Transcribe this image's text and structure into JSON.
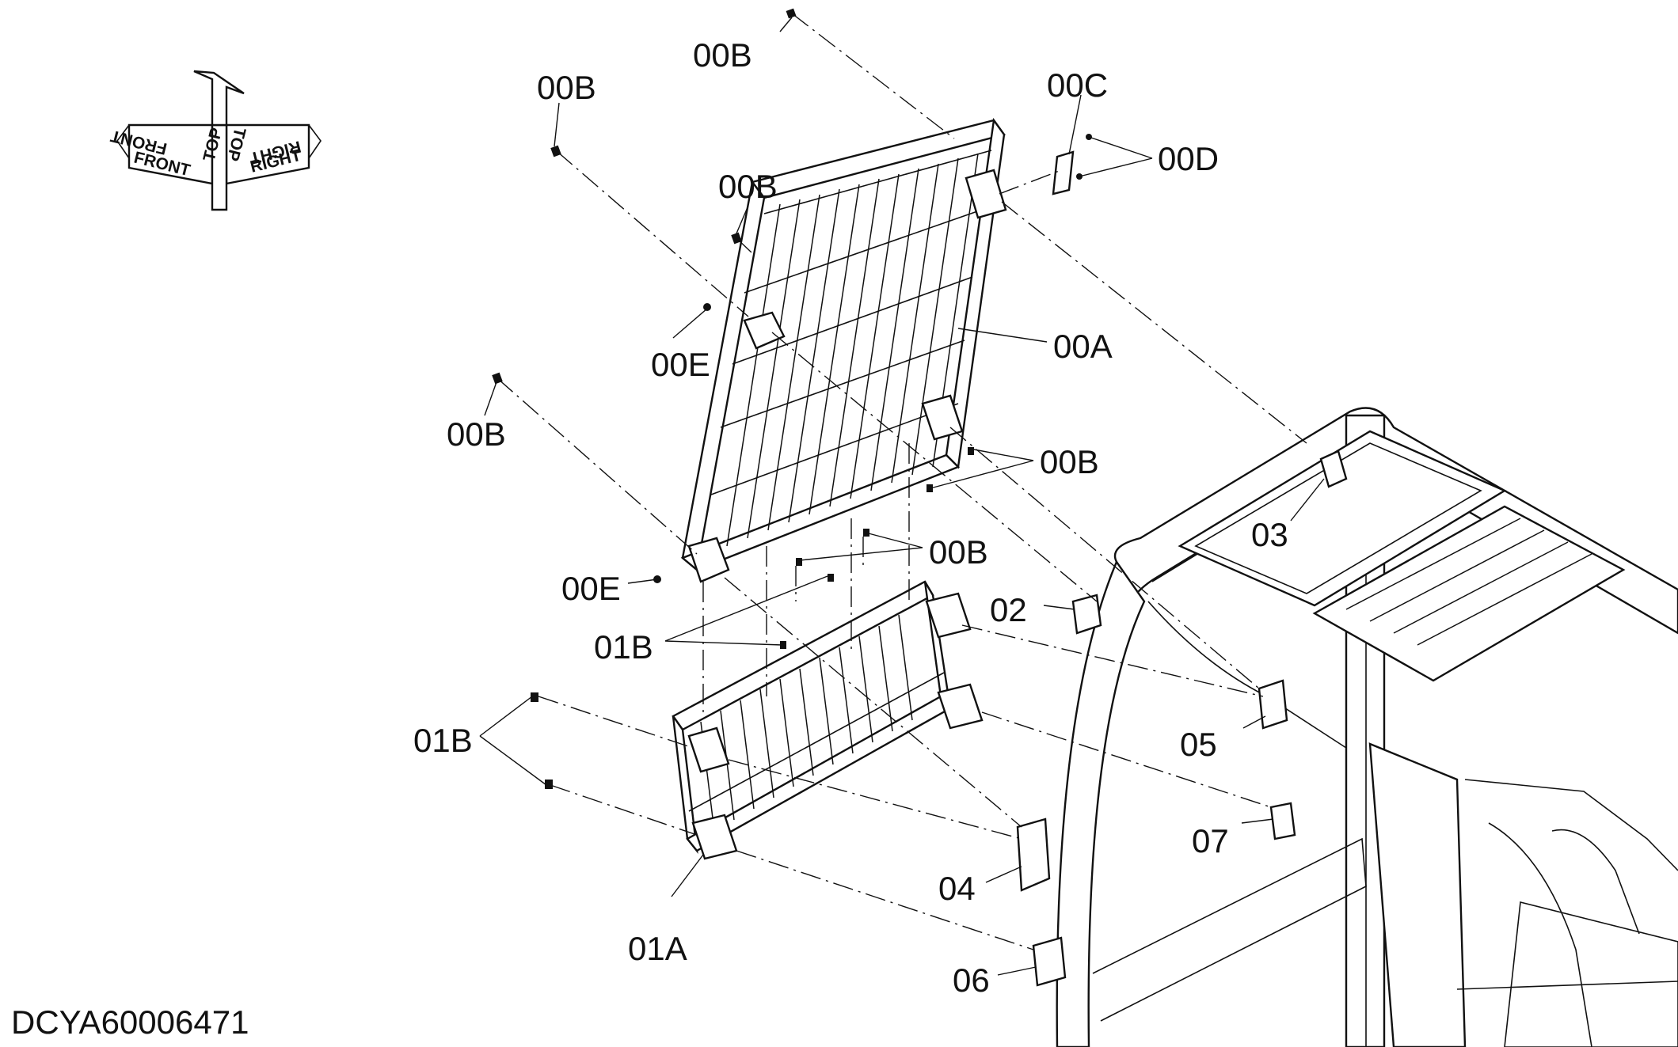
{
  "drawing": {
    "drawing_number": "DCYA60006471",
    "orientation_labels": {
      "front": "FRONT",
      "top": "TOP",
      "right": "RIGHT"
    }
  },
  "callouts": [
    {
      "id": "00B-top",
      "text": "00B"
    },
    {
      "id": "00B-left-upper",
      "text": "00B"
    },
    {
      "id": "00B-mid",
      "text": "00B"
    },
    {
      "id": "00C",
      "text": "00C"
    },
    {
      "id": "00D",
      "text": "00D"
    },
    {
      "id": "00A",
      "text": "00A"
    },
    {
      "id": "00E-upper",
      "text": "00E"
    },
    {
      "id": "00B-left-lower",
      "text": "00B"
    },
    {
      "id": "00B-right",
      "text": "00B"
    },
    {
      "id": "00B-center",
      "text": "00B"
    },
    {
      "id": "00E-lower",
      "text": "00E"
    },
    {
      "id": "01B-center",
      "text": "01B"
    },
    {
      "id": "01B-left",
      "text": "01B"
    },
    {
      "id": "02",
      "text": "02"
    },
    {
      "id": "03",
      "text": "03"
    },
    {
      "id": "05",
      "text": "05"
    },
    {
      "id": "07",
      "text": "07"
    },
    {
      "id": "04",
      "text": "04"
    },
    {
      "id": "06",
      "text": "06"
    },
    {
      "id": "01A",
      "text": "01A"
    }
  ]
}
